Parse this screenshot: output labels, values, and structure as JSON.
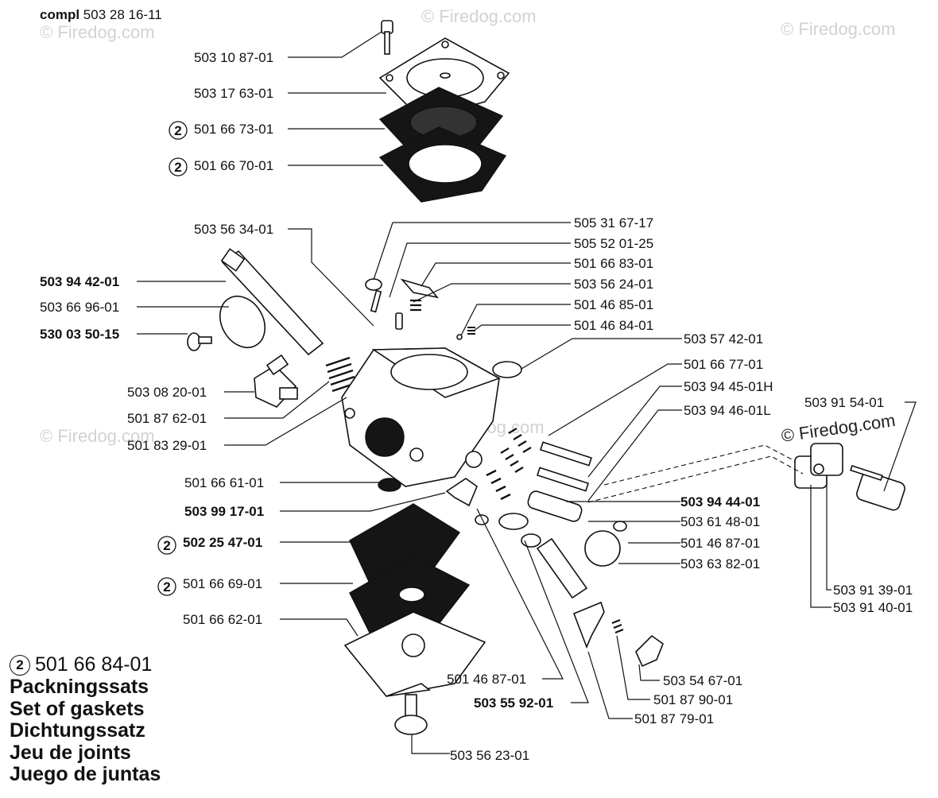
{
  "header": {
    "prefix": "compl",
    "number": "503 28 16-11"
  },
  "watermark": "© Firedog.com",
  "ref_marker": "2",
  "labels": {
    "a1": "503 10 87-01",
    "a2": "503 17 63-01",
    "a3": "501 66 73-01",
    "a4": "501 66 70-01",
    "b1": "503 56 34-01",
    "b2": "503 94 42-01",
    "b3": "503 66 96-01",
    "b4": "530 03 50-15",
    "b5": "503 08 20-01",
    "b6": "501 87 62-01",
    "b7": "501 83 29-01",
    "b8": "501 66 61-01",
    "b9": "503 99 17-01",
    "b10": "502 25 47-01",
    "b11": "501 66 69-01",
    "b12": "501 66 62-01",
    "r1": "505 31 67-17",
    "r2": "505 52 01-25",
    "r3": "501 66 83-01",
    "r4": "503 56 24-01",
    "r5": "501 46 85-01",
    "r6": "501 46 84-01",
    "r7": "503 57 42-01",
    "r8": "501 66 77-01",
    "r9": "503 94 45-01H",
    "r10": "503 94 46-01L",
    "r11": "503 94 44-01",
    "r12": "503 61 48-01",
    "r13": "501 46 87-01",
    "r14": "503 63 82-01",
    "f1": "503 91 54-01",
    "f2": "503 91 39-01",
    "f3": "503 91 40-01",
    "c1": "501 46 87-01",
    "c2": "503 55 92-01",
    "c3": "503 54 67-01",
    "c4": "501 87 90-01",
    "c5": "501 87 79-01",
    "c6": "503 56 23-01"
  },
  "legend": {
    "number": "501 66 84-01",
    "lines": [
      "Packningssats",
      "Set of gaskets",
      "Dichtungssatz",
      "Jeu de joints",
      "Juego de juntas"
    ]
  }
}
